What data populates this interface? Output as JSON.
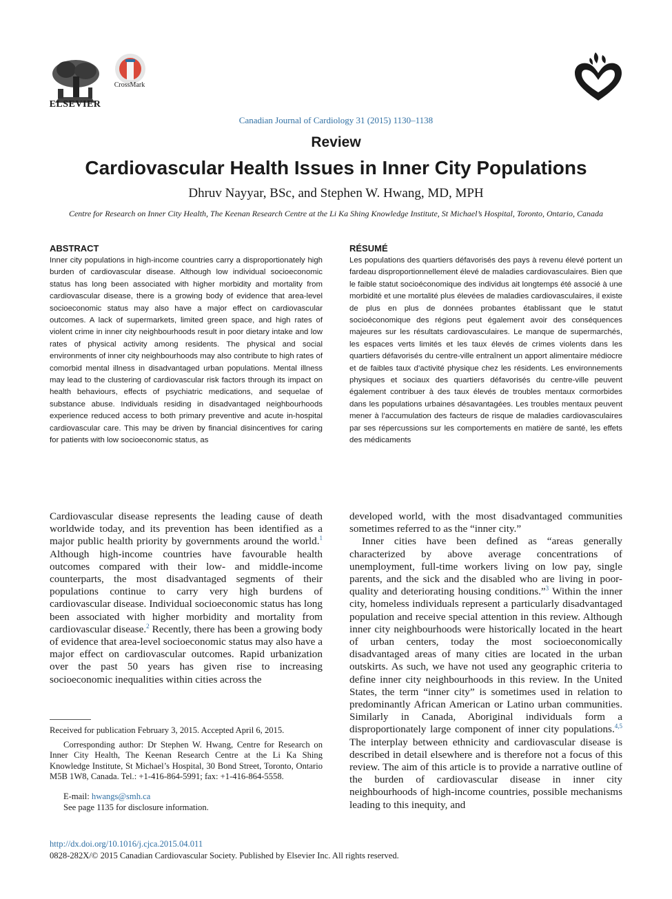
{
  "header": {
    "publisher": "ELSEVIER",
    "crossmark_label": "CrossMark",
    "journal_citation": "Canadian Journal of Cardiology 31 (2015) 1130–1138"
  },
  "article": {
    "type": "Review",
    "title": "Cardiovascular Health Issues in Inner City Populations",
    "authors": "Dhruv Nayyar, BSc, and Stephen W. Hwang, MD, MPH",
    "affiliation": "Centre for Research on Inner City Health, The Keenan Research Centre at the Li Ka Shing Knowledge Institute, St Michael’s Hospital, Toronto, Ontario, Canada"
  },
  "abstract": {
    "heading": "ABSTRACT",
    "text": "Inner city populations in high-income countries carry a disproportionately high burden of cardiovascular disease. Although low individual socioeconomic status has long been associated with higher morbidity and mortality from cardiovascular disease, there is a growing body of evidence that area-level socioeconomic status may also have a major effect on cardiovascular outcomes. A lack of supermarkets, limited green space, and high rates of violent crime in inner city neighbourhoods result in poor dietary intake and low rates of physical activity among residents. The physical and social environments of inner city neighbourhoods may also contribute to high rates of comorbid mental illness in disadvantaged urban populations. Mental illness may lead to the clustering of cardiovascular risk factors through its impact on health behaviours, effects of psychiatric medications, and sequelae of substance abuse. Individuals residing in disadvantaged neighbourhoods experience reduced access to both primary preventive and acute in-hospital cardiovascular care. This may be driven by financial disincentives for caring for patients with low socioeconomic status, as"
  },
  "resume": {
    "heading": "RÉSUMÉ",
    "text": "Les populations des quartiers défavorisés des pays à revenu élevé portent un fardeau disproportionnellement élevé de maladies cardiovasculaires. Bien que le faible statut socioéconomique des individus ait longtemps été associé à une morbidité et une mortalité plus élevées de maladies cardiovasculaires, il existe de plus en plus de données probantes établissant que le statut socioéconomique des régions peut également avoir des conséquences majeures sur les résultats cardiovasculaires. Le manque de supermarchés, les espaces verts limités et les taux élevés de crimes violents dans les quartiers défavorisés du centre-ville entraînent un apport alimentaire médiocre et de faibles taux d’activité physique chez les résidents. Les environnements physiques et sociaux des quartiers défavorisés du centre-ville peuvent également contribuer à des taux élevés de troubles mentaux cormorbides dans les populations urbaines désavantagées. Les troubles mentaux peuvent mener à l’accumulation des facteurs de risque de maladies cardiovasculaires par ses répercussions sur les comportements en matière de santé, les effets des médicaments"
  },
  "body_left": {
    "seg1": "Cardiovascular disease represents the leading cause of death worldwide today, and its prevention has been identified as a major public health priority by governments around the world.",
    "ref1": "1",
    "seg2": " Although high-income countries have favourable health outcomes compared with their low- and middle-income counterparts, the most disadvantaged segments of their populations continue to carry very high burdens of cardiovascular disease. Individual socioeconomic status has long been associated with higher morbidity and mortality from cardiovascular disease.",
    "ref2": "2",
    "seg3": " Recently, there has been a growing body of evidence that area-level socioeconomic status may also have a major effect on cardiovascular outcomes. Rapid urbanization over the past 50 years has given rise to increasing socioeconomic inequalities within cities across the"
  },
  "body_right": {
    "para1": "developed world, with the most disadvantaged communities sometimes referred to as the “inner city.”",
    "seg1": "Inner cities have been defined as “areas generally characterized by above average concentrations of unemployment, full-time workers living on low pay, single parents, and the sick and the disabled who are living in poor-quality and deteriorating housing conditions.”",
    "ref3": "3",
    "seg2": " Within the inner city, homeless individuals represent a particularly disadvantaged population and receive special attention in this review. Although inner city neighbourhoods were historically located in the heart of urban centers, today the most socioeconomically disadvantaged areas of many cities are located in the urban outskirts. As such, we have not used any geographic criteria to define inner city neighbourhoods in this review. In the United States, the term “inner city” is sometimes used in relation to predominantly African American or Latino urban communities. Similarly in Canada, Aboriginal individuals form a disproportionately large component of inner city populations.",
    "ref45": "4,5",
    "seg3": " The interplay between ethnicity and cardiovascular disease is described in detail elsewhere and is therefore not a focus of this review. The aim of this article is to provide a narrative outline of the burden of cardiovascular disease in inner city neighbourhoods of high-income countries, possible mechanisms leading to this inequity, and"
  },
  "footnotes": {
    "received": "Received for publication February 3, 2015. Accepted April 6, 2015.",
    "corresponding": "Corresponding author: Dr Stephen W. Hwang, Centre for Research on Inner City Health, The Keenan Research Centre at the Li Ka Shing Knowledge Institute, St Michael’s Hospital, 30 Bond Street, Toronto, Ontario M5B 1W8, Canada. Tel.: +1-416-864-5991; fax: +1-416-864-5558.",
    "email_label": "E-mail: ",
    "email": "hwangs@smh.ca",
    "disclosure": "See page 1135 for disclosure information."
  },
  "footer": {
    "doi": "http://dx.doi.org/10.1016/j.cjca.2015.04.011",
    "copyright": "0828-282X/© 2015 Canadian Cardiovascular Society. Published by Elsevier Inc. All rights reserved."
  }
}
